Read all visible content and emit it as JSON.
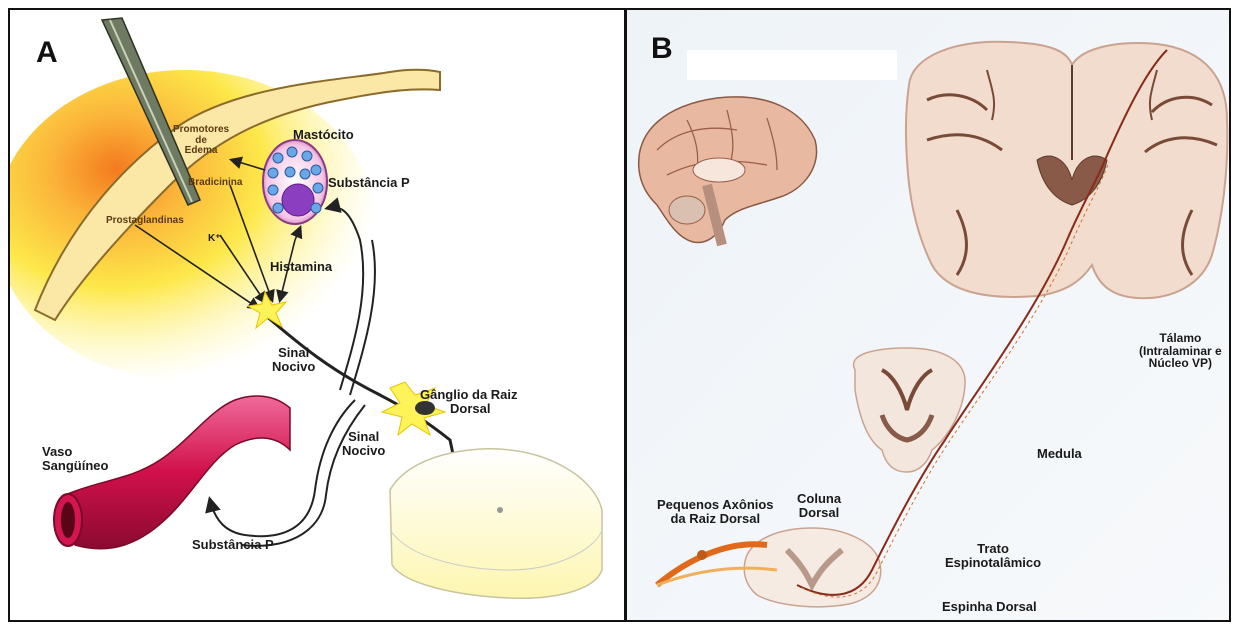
{
  "panel_a": {
    "label": "A",
    "promotores_edema": [
      "Promotores",
      "de",
      "Edema"
    ],
    "mastocito": "Mastócito",
    "substancia_p_top": "Substância P",
    "bradicinina": "Bradicinina",
    "prostaglandinas": "Prostaglandinas",
    "k_plus": "K⁺",
    "histamina": "Histamina",
    "sinal_nocivo_1": [
      "Sinal",
      "Nocivo"
    ],
    "ganglio": [
      "Gânglio da Raiz",
      "Dorsal"
    ],
    "sinal_nocivo_2": [
      "Sinal",
      "Nocivo"
    ],
    "vaso": [
      "Vaso",
      "Sangüíneo"
    ],
    "substancia_p_bottom": "Substância P"
  },
  "panel_b": {
    "label": "B",
    "talamo": [
      "Tálamo",
      "(Intralaminar e",
      "Núcleo VP)"
    ],
    "medula": "Medula",
    "pequenos_axonios": [
      "Pequenos Axônios",
      "da Raiz Dorsal"
    ],
    "coluna_dorsal": [
      "Coluna",
      "Dorsal"
    ],
    "trato": [
      "Trato",
      "Espinotalâmico"
    ],
    "espinha": "Espinha Dorsal"
  }
}
